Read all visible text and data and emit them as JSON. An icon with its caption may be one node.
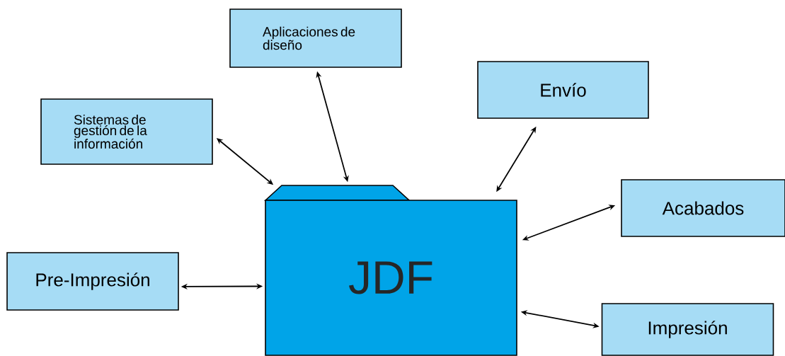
{
  "diagram": {
    "nodes": [
      {
        "text": [
          "JDF"
        ]
      },
      {
        "text": [
          "Aplicaciones de diseño"
        ]
      },
      {
        "text": [
          "Envío"
        ]
      },
      {
        "text": [
          "Sistemas de gestión de la información"
        ]
      },
      {
        "text": [
          "Acabados"
        ]
      },
      {
        "text": [
          "Pre-Impresión"
        ]
      },
      {
        "text": [
          "Impresión"
        ]
      }
    ],
    "edges": [
      {
        "from": 0,
        "to": 1,
        "arrow": "both"
      },
      {
        "from": 0,
        "to": 2,
        "arrow": "both"
      },
      {
        "from": 0,
        "to": 3,
        "arrow": "both"
      },
      {
        "from": 0,
        "to": 4,
        "arrow": "both"
      },
      {
        "from": 0,
        "to": 5,
        "arrow": "both"
      },
      {
        "from": 0,
        "to": 6,
        "arrow": "both"
      }
    ]
  }
}
